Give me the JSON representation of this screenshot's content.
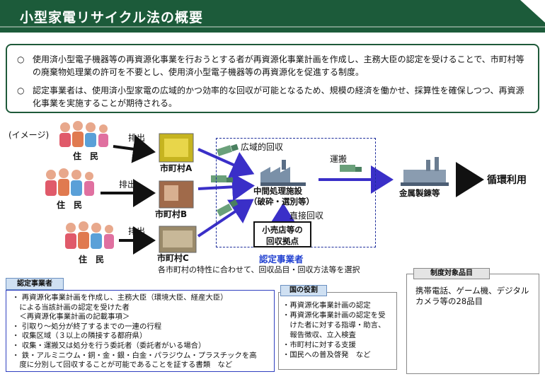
{
  "title": "小型家電リサイクル法の概要",
  "summary": [
    {
      "mark": "○",
      "text": "使用済小型電子機器等の再資源化事業を行おうとする者が再資源化事業計画を作成し、主務大臣の認定を受けることで、市町村等の廃棄物処理業の許可を不要とし、使用済小型電子機器等の再資源化を促進する制度。"
    },
    {
      "mark": "○",
      "text": "認定事業者は、使用済小型家電の広域的かつ効率的な回収が可能となるため、規模の経済を働かせ、採算性を確保しつつ、再資源化事業を実施することが期待される。"
    }
  ],
  "diagram": {
    "image_label": "(イメージ)",
    "residents": [
      "住　民",
      "住　民",
      "住　民"
    ],
    "discharge": [
      "排出",
      "排出",
      "排出"
    ],
    "municipalities": [
      "市町村A",
      "市町村B",
      "市町村C"
    ],
    "wide_area_collection": "広域的回収",
    "transport": "運搬",
    "intermediate_facility": [
      "中間処理施設",
      "（破砕・選別等）"
    ],
    "direct_collection": "直接回収",
    "retail_point": [
      "小売店等の",
      "回収拠点"
    ],
    "certified_operator": "認定事業者",
    "selection_note": "各市町村の特性に合わせて、回収品目・回収方法等を選択",
    "smelter": "金属製錬等",
    "recycling": "循環利用"
  },
  "certified_box": {
    "header": "認定事業者",
    "items": [
      "・ 再資源化事業計画を作成し、主務大臣（環境大臣、経産大臣）",
      "　による当該計画の認定を受けた者",
      "　＜再資源化事業計画の記載事項＞",
      "・ 引取り～処分が終了するまでの一連の行程",
      "・ 収集区域（３以上の隣接する都府県）",
      "・ 収集・運搬又は処分を行う委託者（委託者がいる場合）",
      "・ 鉄・アルミニウム・銅・金・銀・白金・パラジウム・プラスチックを高",
      "　度に分別して回収することが可能であることを証する書類　など"
    ]
  },
  "national_role": {
    "header": "国の役割",
    "items": [
      "・再資源化事業計画の認定",
      "・再資源化事業計画の認定を受",
      "　けた者に対する指導・助言、",
      "　報告徴収、立入検査",
      "・市町村に対する支援",
      "・国民への普及啓発　など"
    ]
  },
  "target_items": {
    "header": "制度対象品目",
    "text_lines": [
      "携帯電話、ゲーム機、デジタル",
      "カメラ等の28品目"
    ]
  },
  "colors": {
    "title_bg": "#1c5b3a",
    "accent_blue": "#2b2bb0",
    "arrow_blue": "#3a2fc8",
    "operator_blue": "#1f3fd0"
  }
}
